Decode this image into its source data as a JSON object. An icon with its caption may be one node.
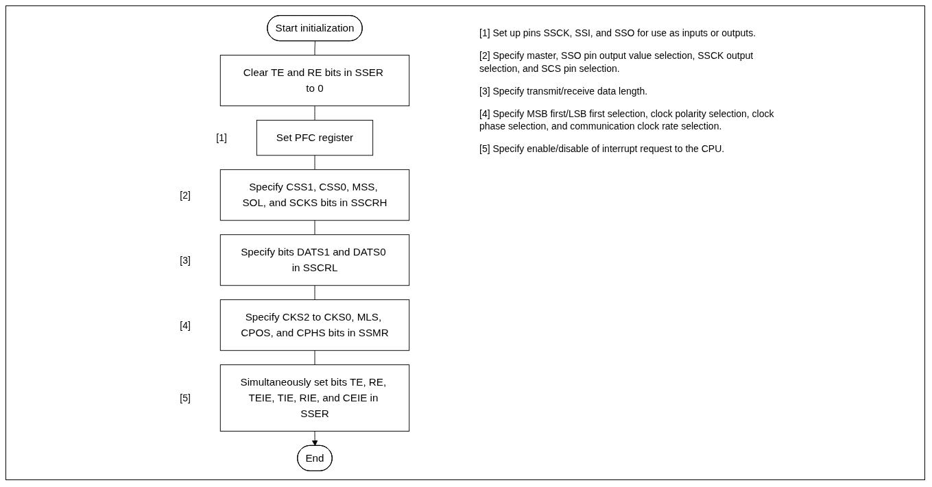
{
  "diagram": {
    "nodes": [
      {
        "text": [
          "Start initialization"
        ]
      },
      {
        "text": [
          "Clear TE and RE bits in SSER to 0"
        ]
      },
      {
        "text": [
          "Set PFC register"
        ],
        "beside": [
          "[1]"
        ]
      },
      {
        "text": [
          "Specify CSS1, CSS0, MSS, SOL, and SCKS bits in SSCRH"
        ],
        "beside": [
          "[2]"
        ]
      },
      {
        "text": [
          "Specify bits DATS1 and DATS0 in SSCRL"
        ],
        "beside": [
          "[3]"
        ]
      },
      {
        "text": [
          "Specify CKS2 to CKS0, MLS, CPOS, and CPHS bits in SSMR"
        ],
        "beside": [
          "[4]"
        ]
      },
      {
        "text": [
          "Simultaneously set bits TE, RE, TEIE, TIE, RIE, and CEIE in SSER"
        ],
        "beside": [
          "[5]"
        ]
      },
      {
        "text": [
          "End"
        ]
      }
    ],
    "edges": [
      {
        "from": 0,
        "to": 1,
        "arrow": "none"
      },
      {
        "from": 1,
        "to": 2,
        "arrow": "none"
      },
      {
        "from": 2,
        "to": 3,
        "arrow": "none"
      },
      {
        "from": 3,
        "to": 4,
        "arrow": "none"
      },
      {
        "from": 4,
        "to": 5,
        "arrow": "none"
      },
      {
        "from": 5,
        "to": 6,
        "arrow": "none"
      },
      {
        "from": 6,
        "to": 7,
        "arrow": "to"
      }
    ],
    "labels": [
      "[1] Set up pins SSCK, SSI, and SSO for use as inputs or outputs.",
      "[2] Specify master, SSO pin output value selection, SSCK output selection, and SCS pin selection.",
      "[3] Specify transmit/receive data length.",
      "[4] Specify MSB first/LSB first selection, clock polarity selection, clock phase selection, and communication clock rate selection.",
      "[5] Specify enable/disable of interrupt request to the CPU."
    ]
  }
}
